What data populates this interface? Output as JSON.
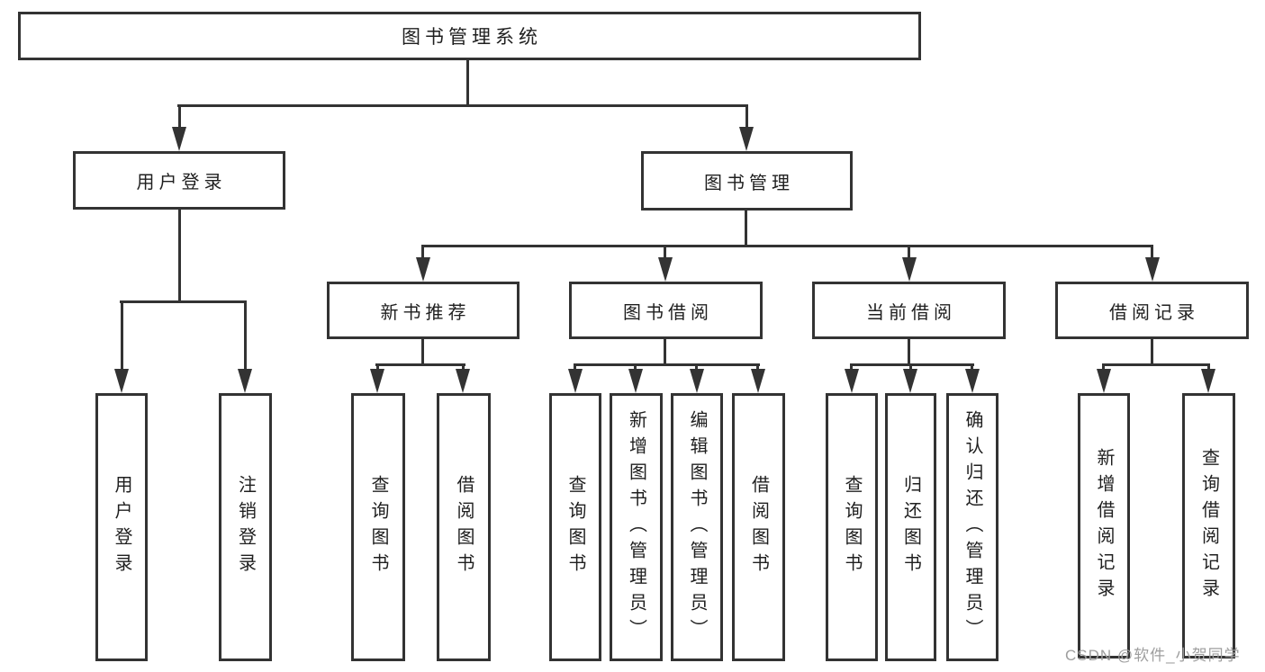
{
  "colors": {
    "line": "#333333",
    "text": "#1f1f1f",
    "background": "#ffffff",
    "watermark": "#9e9e9e"
  },
  "diagram": {
    "root": {
      "label": "图书管理系统"
    },
    "branches": [
      {
        "label": "用户登录",
        "children": [
          "用户登录",
          "注销登录"
        ]
      },
      {
        "label": "图书管理",
        "sections": [
          {
            "label": "新书推荐",
            "children": [
              "查询图书",
              "借阅图书"
            ]
          },
          {
            "label": "图书借阅",
            "children": [
              "查询图书",
              "新增图书（管理员）",
              "编辑图书（管理员）",
              "借阅图书"
            ]
          },
          {
            "label": "当前借阅",
            "children": [
              "查询图书",
              "归还图书",
              "确认归还（管理员）"
            ]
          },
          {
            "label": "借阅记录",
            "children": [
              "新增借阅记录",
              "查询借阅记录"
            ]
          }
        ]
      }
    ]
  },
  "watermark": {
    "text": "CSDN @软件_小贺同学"
  }
}
